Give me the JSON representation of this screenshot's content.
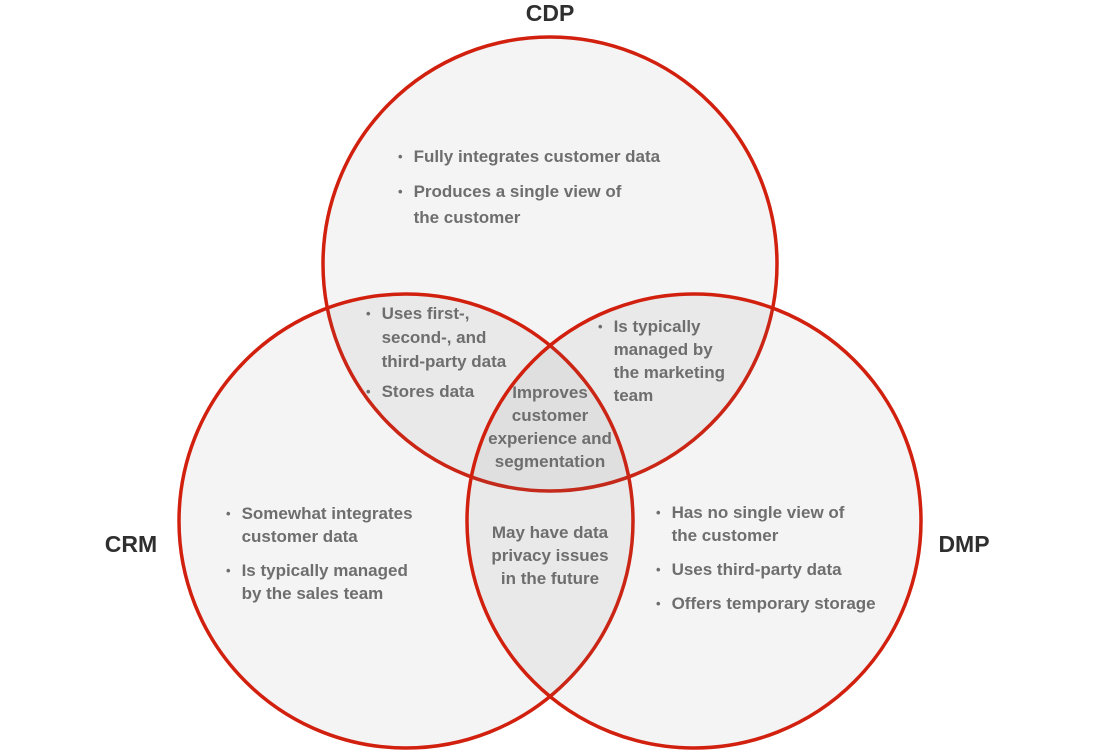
{
  "colors": {
    "circle_stroke": "#d2200f",
    "bullet_text": "#6e6e6e",
    "label_text": "#2f2f2f",
    "background": "#ffffff"
  },
  "bullet_glyph": "•",
  "venn": {
    "cdp": {
      "label": "CDP",
      "items": [
        "Fully integrates customer data",
        "Produces a single view of\nthe customer"
      ]
    },
    "crm": {
      "label": "CRM",
      "items": [
        "Somewhat integrates\ncustomer data",
        "Is typically managed\nby the sales team"
      ]
    },
    "dmp": {
      "label": "DMP",
      "items": [
        "Has no single view of\nthe customer",
        "Uses third-party data",
        "Offers temporary storage"
      ]
    },
    "cdp_crm_overlap": {
      "items": [
        "Uses first-,\nsecond-, and\nthird-party data",
        "Stores data"
      ]
    },
    "cdp_dmp_overlap": {
      "items": [
        "Is typically\nmanaged by\nthe marketing\nteam"
      ]
    },
    "crm_dmp_overlap": {
      "text": "May have data\nprivacy issues\nin the future"
    },
    "center_overlap": {
      "text": "Improves\ncustomer\nexperience and\nsegmentation"
    }
  }
}
